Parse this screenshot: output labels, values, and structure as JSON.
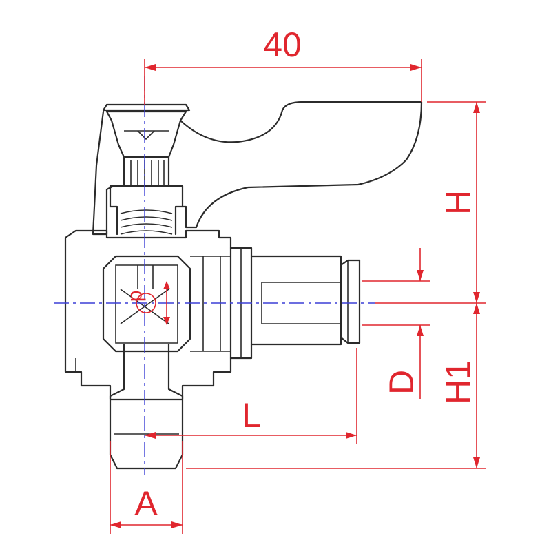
{
  "diagram": {
    "accent_color": "#e0262e",
    "axis_color": "#3b3fd6",
    "outline_color": "#2b2b2b",
    "labels": {
      "overall_width": "40",
      "height": "H",
      "height_1": "H1",
      "tube_diameter": "D",
      "length": "L",
      "thread": "A",
      "inner": "d"
    }
  }
}
